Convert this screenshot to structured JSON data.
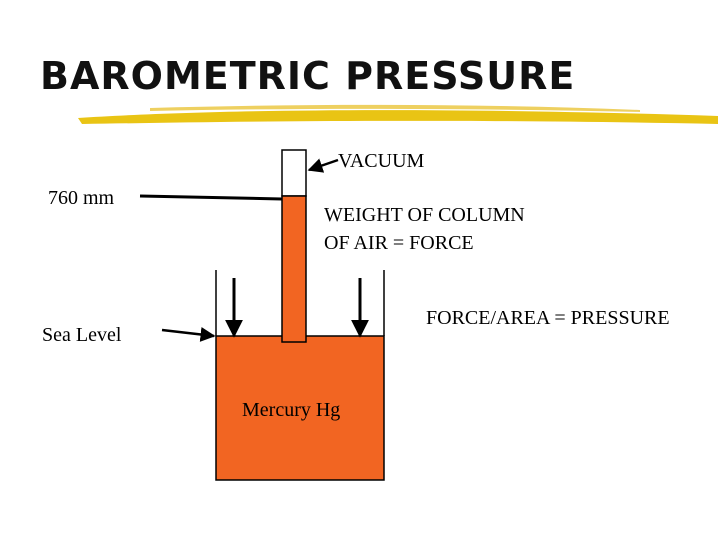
{
  "title": "BAROMETRIC PRESSURE",
  "labels": {
    "vacuum": "VACUUM",
    "mm": "760 mm",
    "weight_line1": "WEIGHT OF COLUMN",
    "weight_line2": "OF AIR = FORCE",
    "force_area": "FORCE/AREA = PRESSURE",
    "sea_level": "Sea Level",
    "mercury": "Mercury Hg"
  },
  "colors": {
    "mercury": "#f26522",
    "underline": "#e9c414",
    "outline": "#000000"
  }
}
